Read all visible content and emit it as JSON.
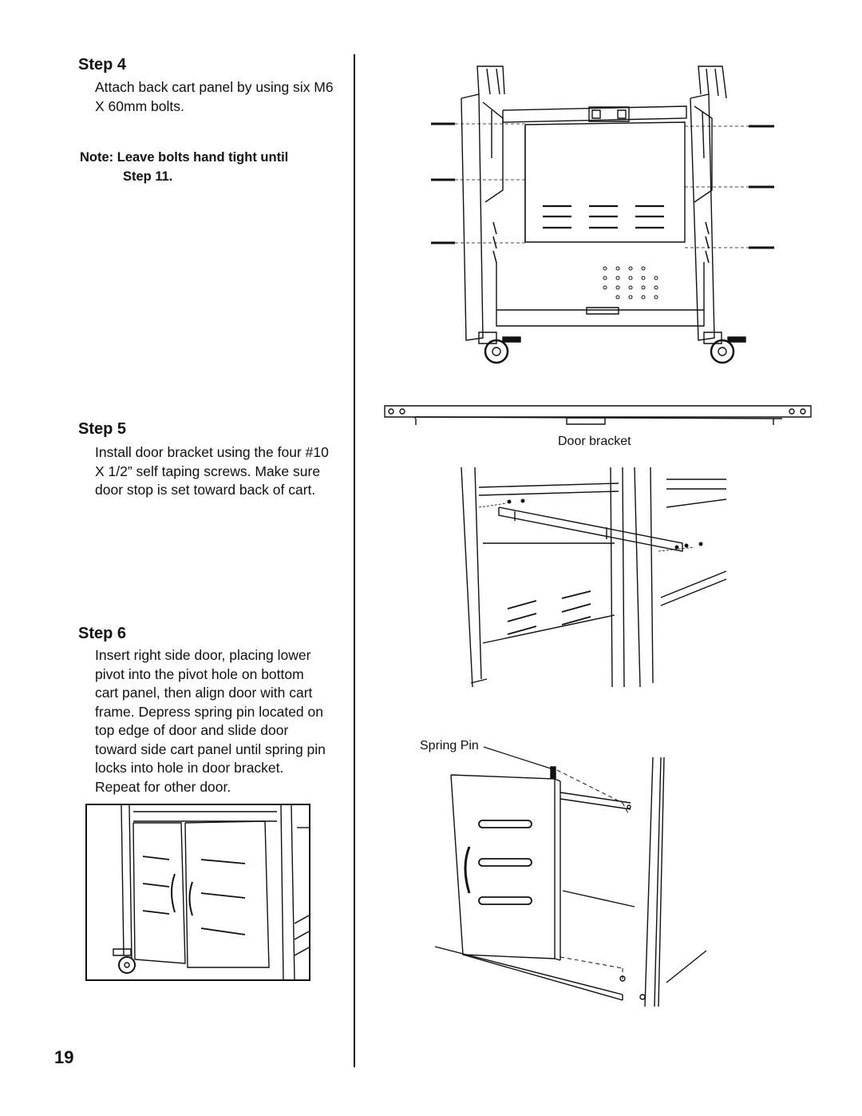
{
  "step4": {
    "title": "Step 4",
    "text": "Attach back cart panel by using six M6 X 60mm bolts.",
    "note_line1": "Note: Leave bolts hand tight until",
    "note_line2": "Step 11."
  },
  "step5": {
    "title": "Step 5",
    "text": "Install door bracket using the four #10 X 1/2” self taping screws. Make sure door stop is set toward back of cart."
  },
  "step6": {
    "title": "Step 6",
    "text": "Insert right side door, placing lower pivot into the pivot hole on bottom cart panel, then align door with cart frame. Depress spring pin located on top edge of door and slide door toward side cart panel until spring pin locks into hole in door bracket. Repeat for other door."
  },
  "captions": {
    "door_bracket": "Door bracket",
    "spring_pin": "Spring Pin"
  },
  "page_number": "19"
}
